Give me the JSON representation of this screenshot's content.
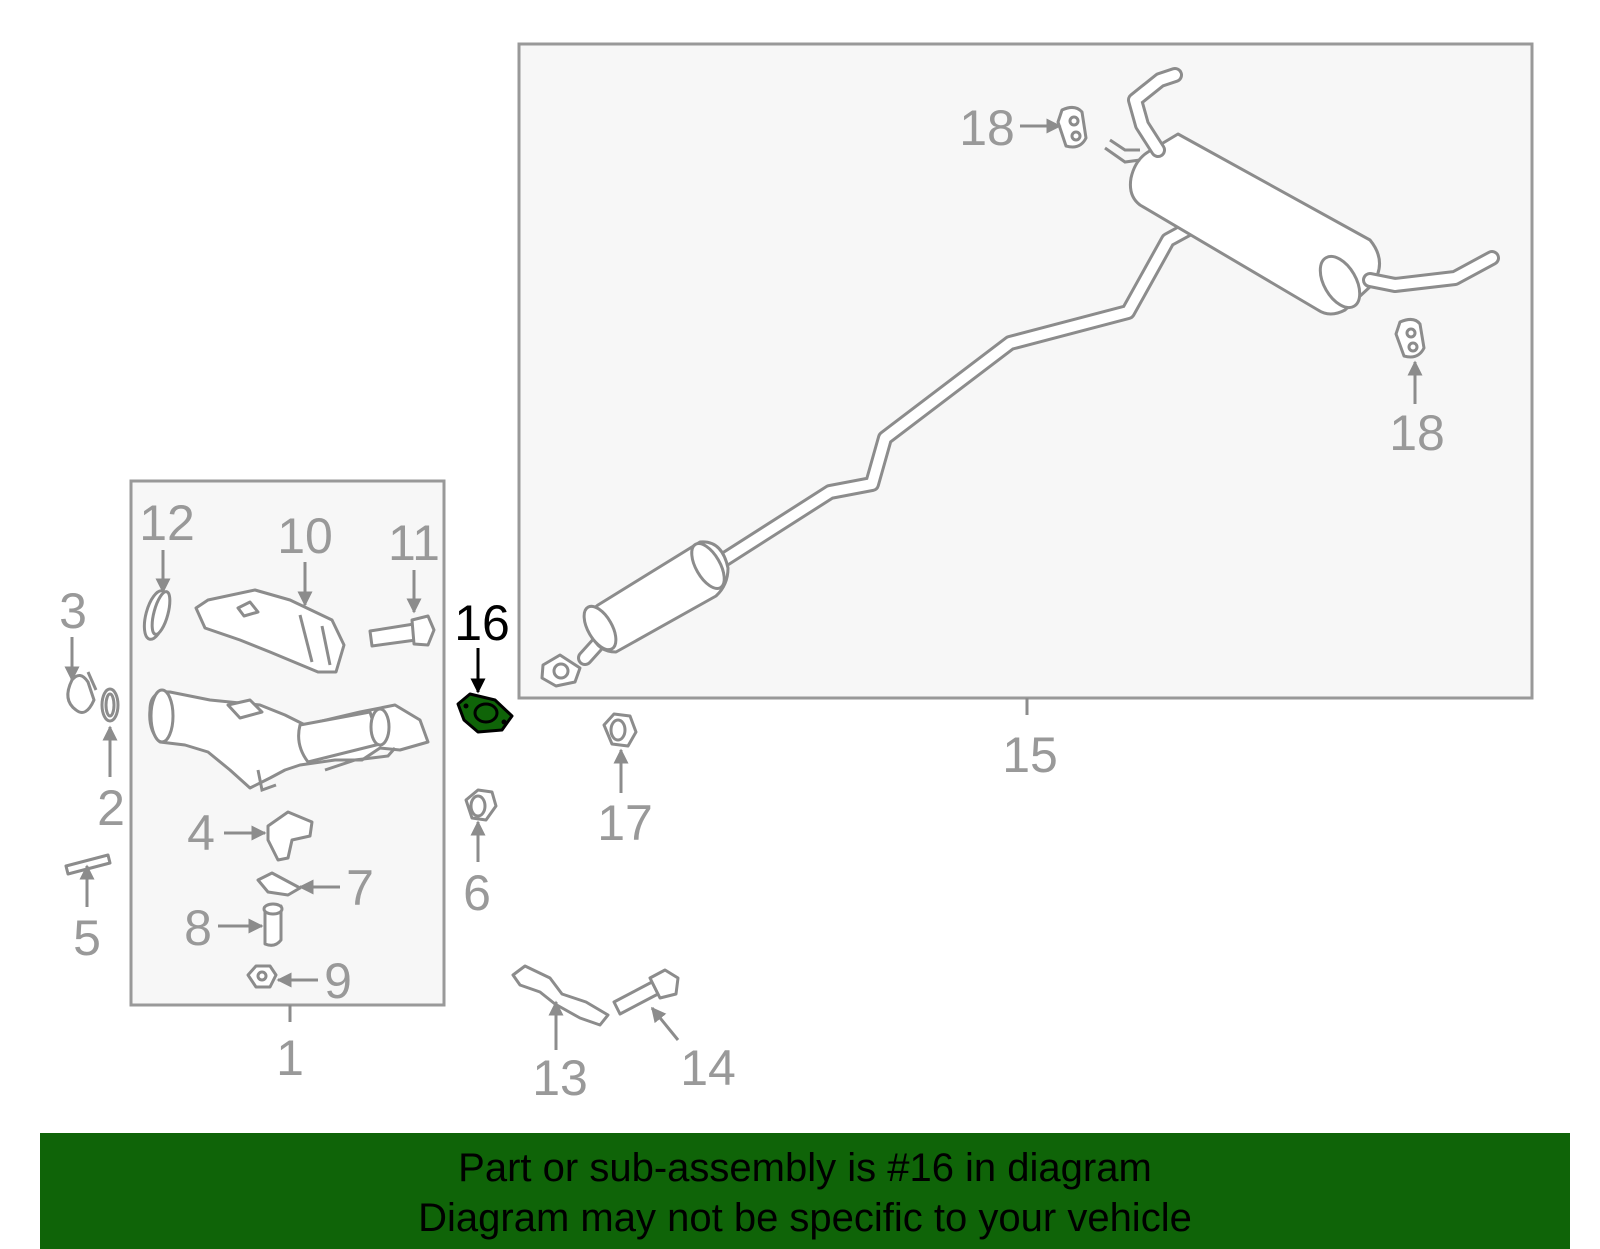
{
  "callouts": {
    "c1": "1",
    "c2": "2",
    "c3": "3",
    "c4": "4",
    "c5": "5",
    "c6": "6",
    "c7": "7",
    "c8": "8",
    "c9": "9",
    "c10": "10",
    "c11": "11",
    "c12": "12",
    "c13": "13",
    "c14": "14",
    "c15": "15",
    "c16": "16",
    "c17": "17",
    "c18a": "18",
    "c18b": "18"
  },
  "highlight_part": "16",
  "banner": {
    "line1": "Part or sub-assembly is #16 in diagram",
    "line2": "Diagram may not be specific to your vehicle"
  },
  "colors": {
    "banner_bg": "#0f6408",
    "highlight_fill": "#0f6408",
    "line_gray": "#8c8c8c",
    "box_fill": "#f7f7f7"
  }
}
